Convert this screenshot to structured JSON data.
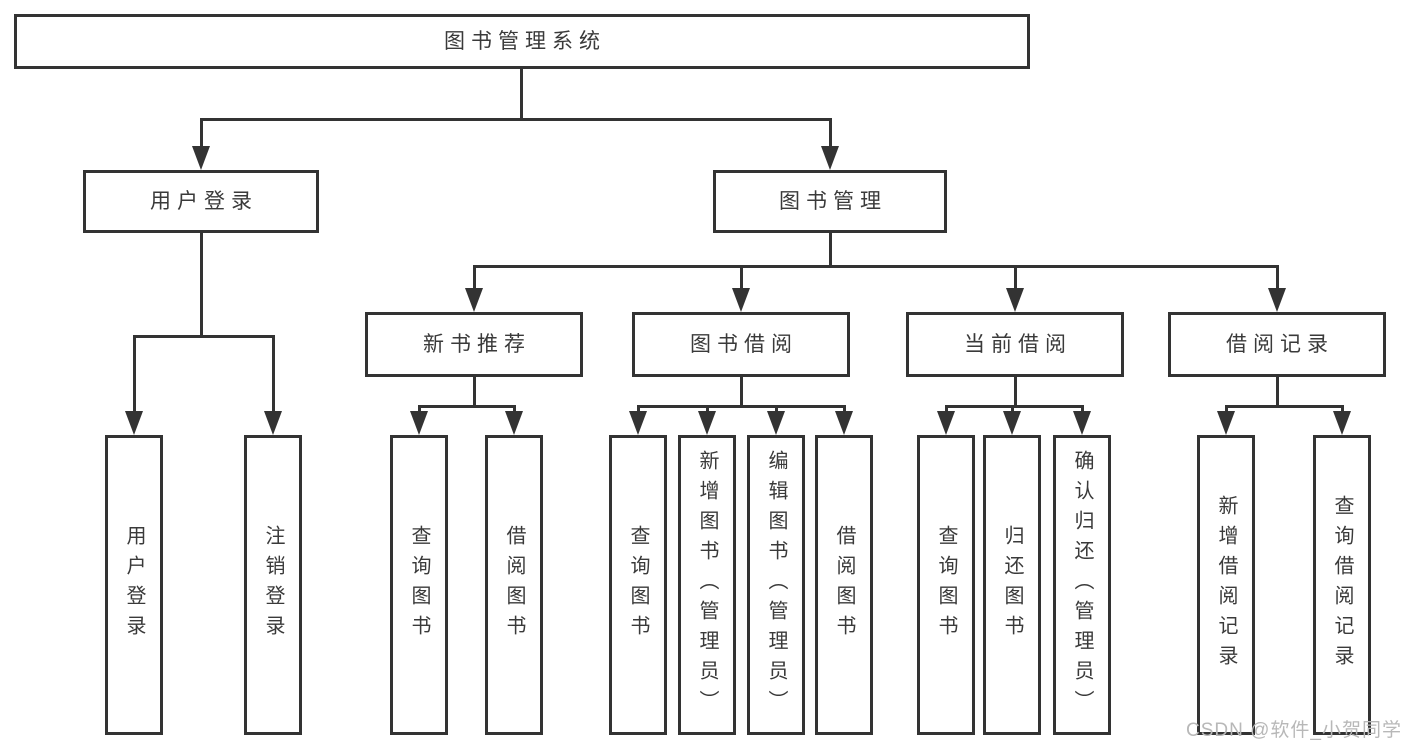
{
  "colors": {
    "line": "#333333",
    "text": "#3a3a3a",
    "box_fill": "#ffffff",
    "watermark": "#b8b8b8",
    "bg": "#ffffff"
  },
  "tree": {
    "label": "图书管理系统",
    "children": [
      {
        "label": "用户登录",
        "children": [
          {
            "label": "用户登录"
          },
          {
            "label": "注销登录"
          }
        ]
      },
      {
        "label": "图书管理",
        "children": [
          {
            "label": "新书推荐",
            "children": [
              {
                "label": "查询图书"
              },
              {
                "label": "借阅图书"
              }
            ]
          },
          {
            "label": "图书借阅",
            "children": [
              {
                "label": "查询图书"
              },
              {
                "label": "新增图书（管理员）"
              },
              {
                "label": "编辑图书（管理员）"
              },
              {
                "label": "借阅图书"
              }
            ]
          },
          {
            "label": "当前借阅",
            "children": [
              {
                "label": "查询图书"
              },
              {
                "label": "归还图书"
              },
              {
                "label": "确认归还（管理员）"
              }
            ]
          },
          {
            "label": "借阅记录",
            "children": [
              {
                "label": "新增借阅记录"
              },
              {
                "label": "查询借阅记录"
              }
            ]
          }
        ]
      }
    ]
  },
  "watermark": "CSDN @软件_小贺同学"
}
